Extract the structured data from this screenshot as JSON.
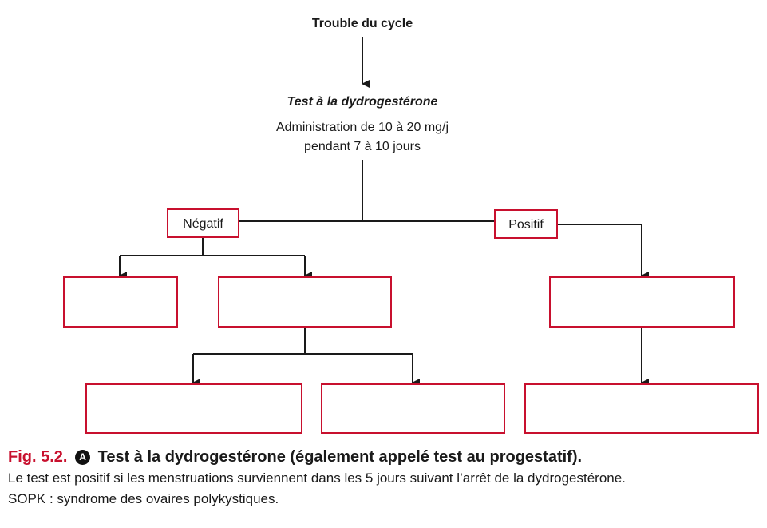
{
  "diagram": {
    "root": "Trouble du cycle",
    "test_title": "Test à la dydrogestérone",
    "test_detail_line1": "Administration de 10 à 20 mg/j",
    "test_detail_line2": "pendant 7 à 10 jours",
    "negative_label": "Négatif",
    "positive_label": "Positif"
  },
  "caption": {
    "label": "Fig. 5.2.",
    "badge": "A",
    "title": "Test à la dydrogestérone (également appelé test au progestatif).",
    "line2": "Le test est positif si les menstruations surviennent dans les 5 jours suivant l’arrêt de la dydrogestérone.",
    "line3": "SOPK : syndrome des ovaires polykystiques."
  },
  "colors": {
    "box_border": "#c8102e",
    "caption_label": "#c8102e",
    "line": "#1a1a1a"
  }
}
